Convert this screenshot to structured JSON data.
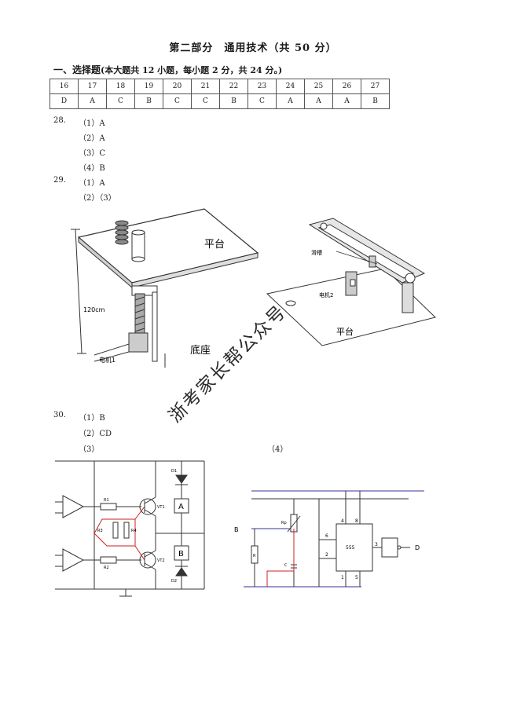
{
  "header": {
    "title": "第二部分　通用技术（共 50 分）"
  },
  "section1": {
    "heading": "一、选择题",
    "note": "(本大题共 12 小题，每小题 2 分，共 24 分。)"
  },
  "answer_table": {
    "numbers": [
      "16",
      "17",
      "18",
      "19",
      "20",
      "21",
      "22",
      "23",
      "24",
      "25",
      "26",
      "27"
    ],
    "answers": [
      "D",
      "A",
      "C",
      "B",
      "C",
      "C",
      "B",
      "C",
      "A",
      "A",
      "A",
      "B"
    ]
  },
  "q28": {
    "num": "28.",
    "parts": [
      "（1）A",
      "（2）A",
      "（3）C",
      "（4）B"
    ]
  },
  "q29": {
    "num": "29.",
    "parts": [
      "（1）A",
      "（2）（3）"
    ]
  },
  "figure1": {
    "label_platform": "平台",
    "label_base": "底座",
    "label_height": "120cm",
    "label_motor": "电机1"
  },
  "figure2": {
    "label_slider": "滑槽",
    "label_motor": "电机2",
    "label_platform": "平台"
  },
  "watermark": "浙考家长帮公众号",
  "q30": {
    "num": "30.",
    "parts": [
      "（1）B",
      "（2）CD",
      "（3）"
    ],
    "part4": "（4）"
  },
  "circuit1": {
    "labels": [
      "R1",
      "R2",
      "R3",
      "R4",
      "VT1",
      "VT2",
      "A",
      "B",
      "D1",
      "D2"
    ]
  },
  "circuit2": {
    "labels": [
      "B",
      "R",
      "Rp",
      "C",
      "6",
      "2",
      "4",
      "8",
      "3",
      "1",
      "5",
      "555",
      "D"
    ]
  }
}
